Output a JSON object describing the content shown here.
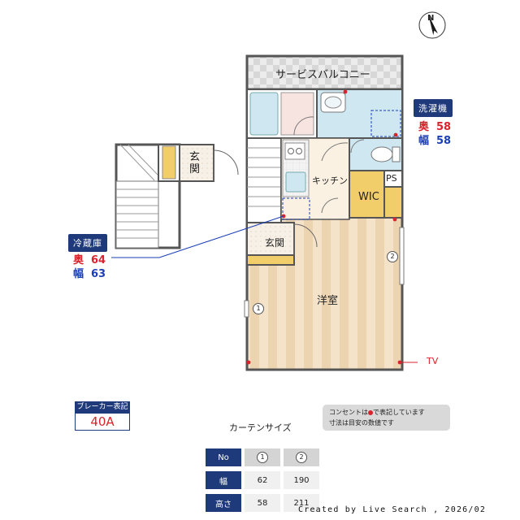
{
  "rooms": {
    "balcony": "サービスバルコニー",
    "genkan_upper": "玄\n関",
    "kitchen": "キッチン",
    "wic": "WIC",
    "ps": "PS",
    "genkan_lower": "玄関",
    "western_room": "洋室",
    "tv": "TV"
  },
  "markers": {
    "window_1": "1",
    "window_2": "2"
  },
  "compass": {
    "north": "N"
  },
  "washer": {
    "title": "洗濯機",
    "depth_label": "奥",
    "depth_value": "58",
    "width_label": "幅",
    "width_value": "58"
  },
  "fridge": {
    "title": "冷蔵庫",
    "depth_label": "奥",
    "depth_value": "64",
    "width_label": "幅",
    "width_value": "63"
  },
  "breaker": {
    "label": "ブレーカー表記",
    "value": "40A"
  },
  "note": {
    "line1_pre": "コンセントは",
    "line1_post": "で表記しています",
    "line2": "寸法は目安の数値です"
  },
  "curtain": {
    "title": "カーテンサイズ",
    "headers": [
      "No",
      "幅",
      "高さ"
    ],
    "numbers": [
      "1",
      "2"
    ],
    "widths": [
      "62",
      "190"
    ],
    "heights": [
      "58",
      "211"
    ]
  },
  "credit": "Created by Live Search , 2026/02",
  "colors": {
    "navy": "#1f3a7a",
    "red": "#d9232d",
    "blue": "#1b3fb5",
    "floor": "#f3e1c5",
    "wic": "#f2ce6a",
    "bath": "#cfe7f1"
  }
}
